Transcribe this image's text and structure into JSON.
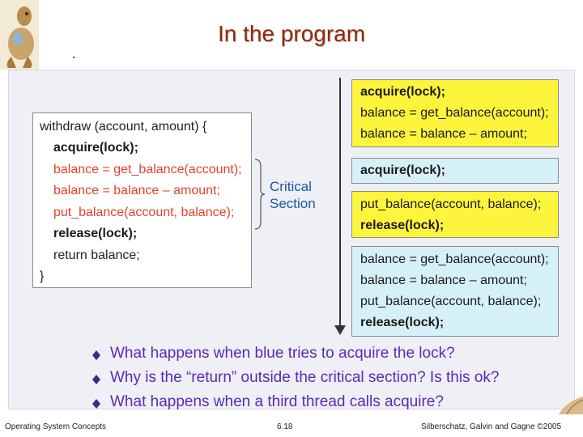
{
  "slide": {
    "title": "In the program"
  },
  "code": {
    "lines": [
      "withdraw (account, amount) {",
      "acquire(lock);",
      "balance = get_balance(account);",
      "balance = balance – amount;",
      "put_balance(account, balance);",
      "release(lock);",
      "return balance;",
      "}"
    ]
  },
  "critical_section": {
    "line1": "Critical",
    "line2": "Section"
  },
  "threads": {
    "box1": [
      "acquire(lock);",
      "balance = get_balance(account);",
      "balance = balance – amount;"
    ],
    "box2": [
      "acquire(lock);"
    ],
    "box3": [
      "put_balance(account, balance);",
      "release(lock);"
    ],
    "box4": [
      "balance = get_balance(account);",
      "balance = balance – amount;",
      "put_balance(account, balance);",
      "release(lock);"
    ]
  },
  "questions": [
    "What happens when blue tries to acquire the lock?",
    "Why is the “return” outside the critical section? Is this ok?",
    "What happens when a third thread calls acquire?"
  ],
  "footer": {
    "left": "Operating System Concepts",
    "center": "6.18",
    "right": "Silberschatz, Galvin and Gagne ©2005"
  },
  "colors": {
    "title": "#8b2a14",
    "critical": "#e8402c",
    "question": "#5a2ab8",
    "yellow_thread": "#fdf53c",
    "blue_thread": "#d6f0f8"
  }
}
